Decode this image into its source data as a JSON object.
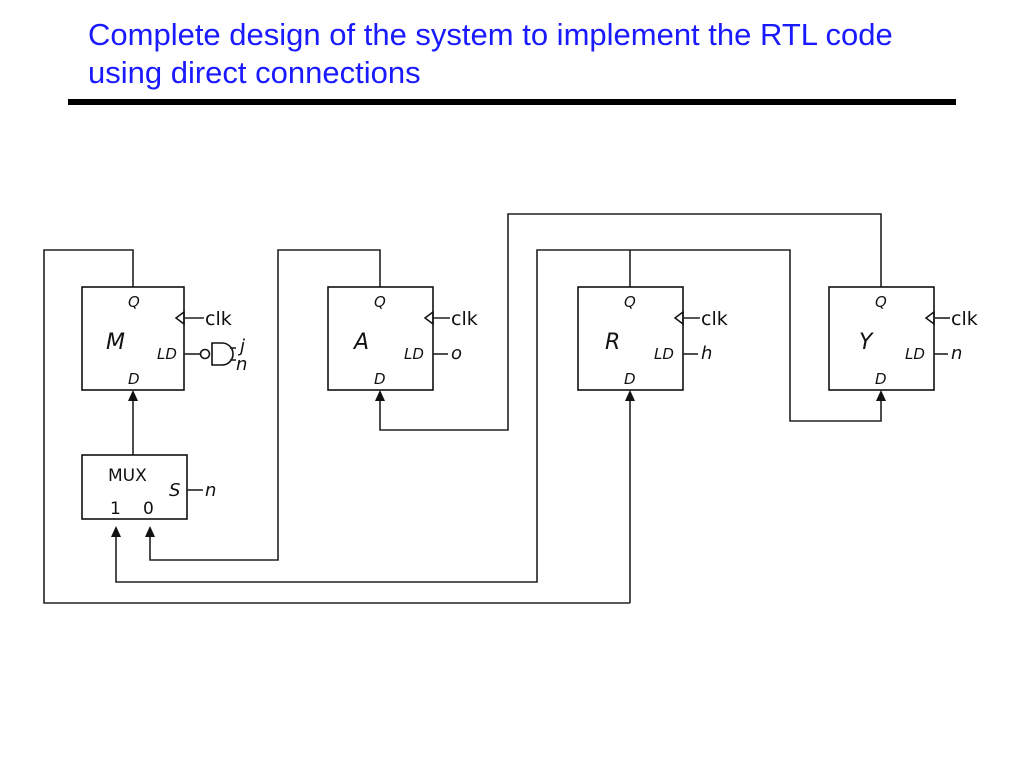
{
  "title": "Complete design of the system to implement the RTL code using direct connections",
  "registers": [
    {
      "id": "M",
      "name": "M",
      "q": "Q",
      "d": "D",
      "ld": "LD",
      "clk": "clk",
      "ld_inputs": [
        "j",
        "n"
      ]
    },
    {
      "id": "A",
      "name": "A",
      "q": "Q",
      "d": "D",
      "ld": "LD",
      "clk": "clk",
      "ld_signal": "o"
    },
    {
      "id": "R",
      "name": "R",
      "q": "Q",
      "d": "D",
      "ld": "LD",
      "clk": "clk",
      "ld_signal": "h"
    },
    {
      "id": "Y",
      "name": "Y",
      "q": "Q",
      "d": "D",
      "ld": "LD",
      "clk": "clk",
      "ld_signal": "n"
    }
  ],
  "mux": {
    "name": "MUX",
    "select_label": "S",
    "select_signal": "n",
    "input1": "1",
    "input0": "0"
  },
  "colors": {
    "title": "#1a1aff",
    "rule": "#000000",
    "lines": "#222222"
  }
}
